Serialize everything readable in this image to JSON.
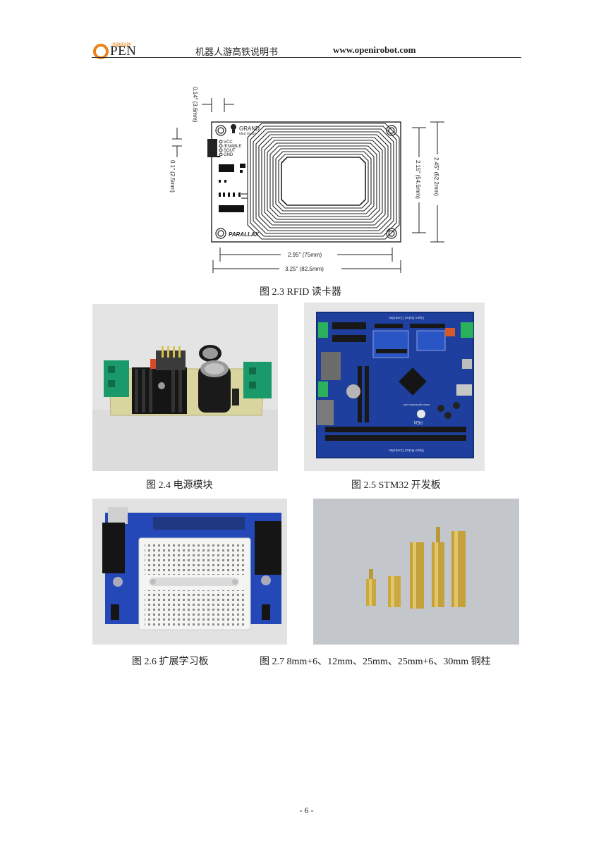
{
  "header": {
    "logo_cn": "鸿鹏科技",
    "logo_text": "PEN",
    "title": "机器人游高铁说明书",
    "url": "www.openirobot.com"
  },
  "figures": {
    "rfid": {
      "caption": "图 2.3 RFID 读卡器",
      "brand": "GRAND",
      "brand_sub": "idea studio",
      "pins": [
        "VCC",
        "/ENABLE",
        "SOUT",
        "GND"
      ],
      "maker": "PARALLAX",
      "dim_pin_width": "0.14\" (3.6mm)",
      "dim_pin_pitch": "0.1\" (2.5mm)",
      "dim_inner_width": "2.95\" (75mm)",
      "dim_outer_width": "3.25\" (82.5mm)",
      "dim_inner_height": "2.15\" (54.5mm)",
      "dim_outer_height": "2.45\" (62.2mm)"
    },
    "power": {
      "caption": "图 2.4 电源模块"
    },
    "stm32": {
      "caption": "图 2.5 STM32 开发板",
      "silk_top": "Open Robot Controller",
      "silk_bottom": "Open Robot Controller",
      "silk_url": "www.openirobot.com",
      "silk_logo": "PEN"
    },
    "breadboard": {
      "caption": "图 2.6 扩展学习板"
    },
    "standoffs": {
      "caption": "图 2.7 8mm+6、12mm、25mm、25mm+6、30mm 铜柱"
    }
  },
  "footer": {
    "page": "- 6 -"
  }
}
